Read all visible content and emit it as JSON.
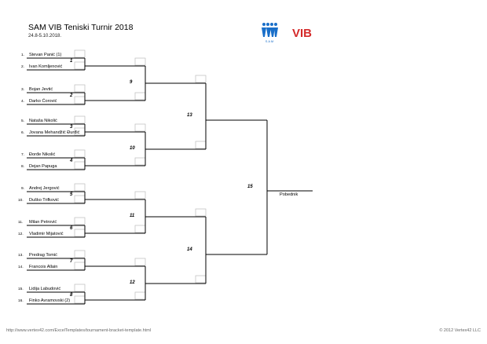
{
  "title": "SAM VIB Teniski Turnir 2018",
  "dates": "24.8-5.10.2018.",
  "logos": {
    "left": "SAM logo",
    "left_text": "S A M",
    "right": "VIB"
  },
  "players": [
    {
      "seed": "1.",
      "name": "Stevan Panić (1)"
    },
    {
      "seed": "2.",
      "name": "Ivan Komljenović"
    },
    {
      "seed": "3.",
      "name": "Bojan Jevtić"
    },
    {
      "seed": "4.",
      "name": "Darko Ćorović"
    },
    {
      "seed": "5.",
      "name": "Nataša Nikolić"
    },
    {
      "seed": "6.",
      "name": "Jovana Mehandžić Đurđić"
    },
    {
      "seed": "7.",
      "name": "Đorđe Nikolić"
    },
    {
      "seed": "8.",
      "name": "Dejan Papuga"
    },
    {
      "seed": "9.",
      "name": "Andrej Jergović"
    },
    {
      "seed": "10.",
      "name": "Duško Trifković"
    },
    {
      "seed": "11.",
      "name": "Milan Petrović"
    },
    {
      "seed": "12.",
      "name": "Vladimir Mijatović"
    },
    {
      "seed": "13.",
      "name": "Predrag Tomić"
    },
    {
      "seed": "14.",
      "name": "Francois Allain"
    },
    {
      "seed": "15.",
      "name": "Lidija Labudović"
    },
    {
      "seed": "16.",
      "name": "Finko Avramovski (2)"
    }
  ],
  "matches": [
    "1",
    "2",
    "3",
    "4",
    "5",
    "6",
    "7",
    "8",
    "9",
    "10",
    "11",
    "12",
    "13",
    "14",
    "15"
  ],
  "winner_label": "Pobednik",
  "footer_url": "http://www.vertex42.com/ExcelTemplates/tournament-bracket-template.html",
  "footer_copyright": "© 2012 Vertex42 LLC"
}
